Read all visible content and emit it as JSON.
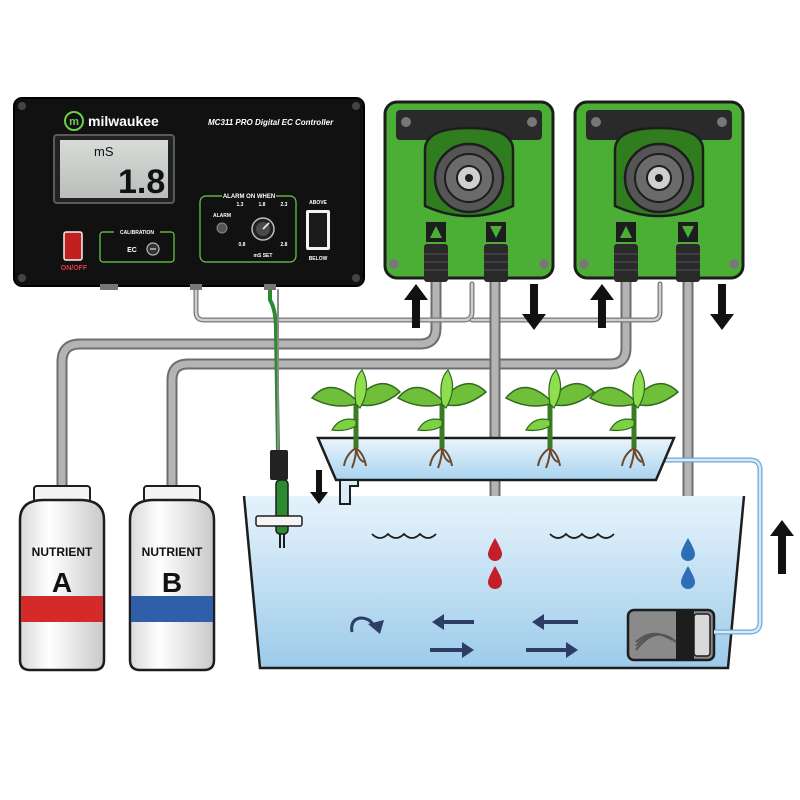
{
  "controller": {
    "brand": "milwaukee",
    "brand_logo_letter": "m",
    "model": "MC311 PRO Digital EC Controller",
    "lcd_unit": "mS",
    "lcd_value": "1.8",
    "power_label": "ON/OFF",
    "calibration_label": "CALIBRATION",
    "calibration_button": "EC",
    "alarm_title": "ALARM ON WHEN",
    "alarm_led_label": "ALARM",
    "dial_ticks": [
      "1.3",
      "1.8",
      "2.3",
      "0.8",
      "2.8"
    ],
    "setpoint_label": "mS SET",
    "switch_above": "ABOVE",
    "switch_below": "BELOW"
  },
  "bottles": [
    {
      "title": "NUTRIENT",
      "letter": "A",
      "band_color": "#d42a2a"
    },
    {
      "title": "NUTRIENT",
      "letter": "B",
      "band_color": "#2f5fa8"
    }
  ],
  "colors": {
    "pump_green": "#4caf35",
    "pump_green_dark": "#2f7d1f",
    "tube": "#a9a9a9",
    "water": "#bfe0f5",
    "water_dark": "#7fb8de",
    "drop_red": "#c21f2a",
    "drop_blue": "#2c6fb6",
    "leaf": "#6fbf3a"
  }
}
